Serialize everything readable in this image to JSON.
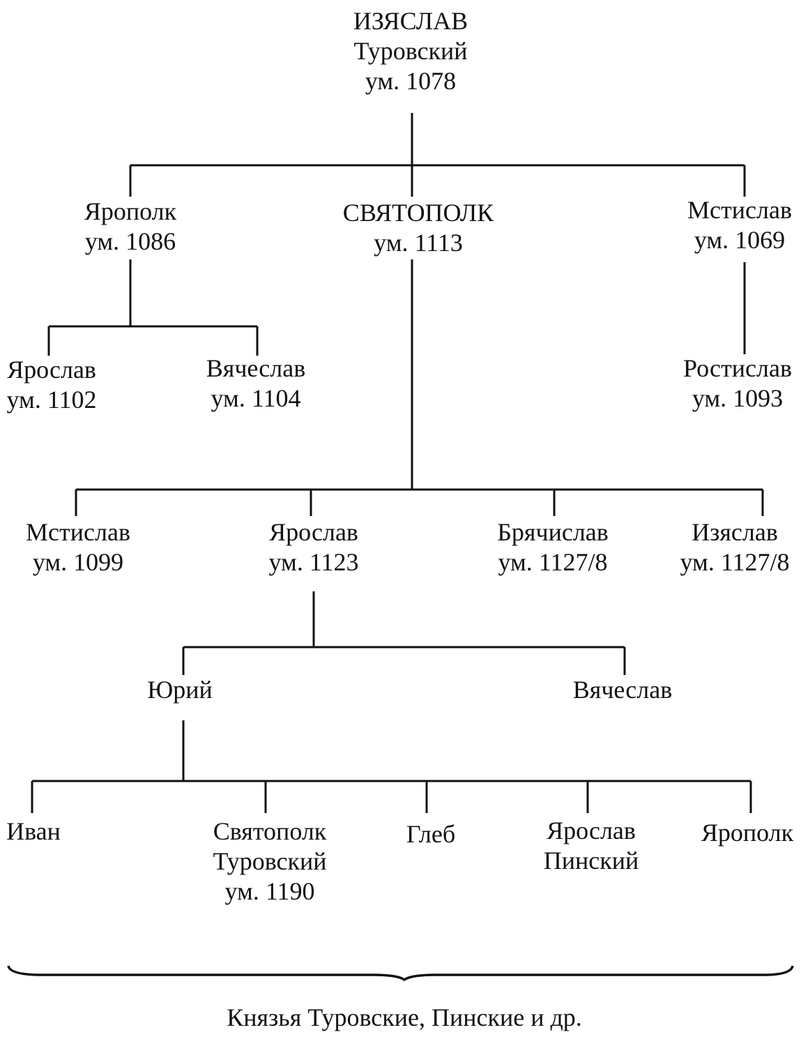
{
  "nodes": {
    "izyaslav": [
      "ИЗЯСЛАВ",
      "Туровский",
      "ум. 1078"
    ],
    "yaropolk_1": [
      "Ярополк",
      "ум. 1086"
    ],
    "svyatopolk_1": [
      "СВЯТОПОЛК",
      "ум. 1113"
    ],
    "mstislav_1": [
      "Мстислав",
      "ум. 1069"
    ],
    "yaroslav_1": [
      "Ярослав",
      "ум. 1102"
    ],
    "vyacheslav_1": [
      "Вячеслав",
      "ум. 1104"
    ],
    "rostislav": [
      "Ростислав",
      "ум. 1093"
    ],
    "mstislav_2": [
      "Мстислав",
      "ум. 1099"
    ],
    "yaroslav_2": [
      "Ярослав",
      "ум. 1123"
    ],
    "bryachislav": [
      "Брячислав",
      "ум. 1127/8"
    ],
    "izyaslav_2": [
      "Изяслав",
      "ум. 1127/8"
    ],
    "yuriy": [
      "Юрий"
    ],
    "vyacheslav_2": [
      "Вячеслав"
    ],
    "ivan": [
      "Иван"
    ],
    "svyatopolk_2": [
      "Святополк",
      "Туровский",
      "ум. 1190"
    ],
    "gleb": [
      "Глеб"
    ],
    "yaroslav_3": [
      "Ярослав",
      "Пинский"
    ],
    "yaropolk_2": [
      "Ярополк"
    ]
  },
  "caption": "Князья Туровские, Пинские и др."
}
